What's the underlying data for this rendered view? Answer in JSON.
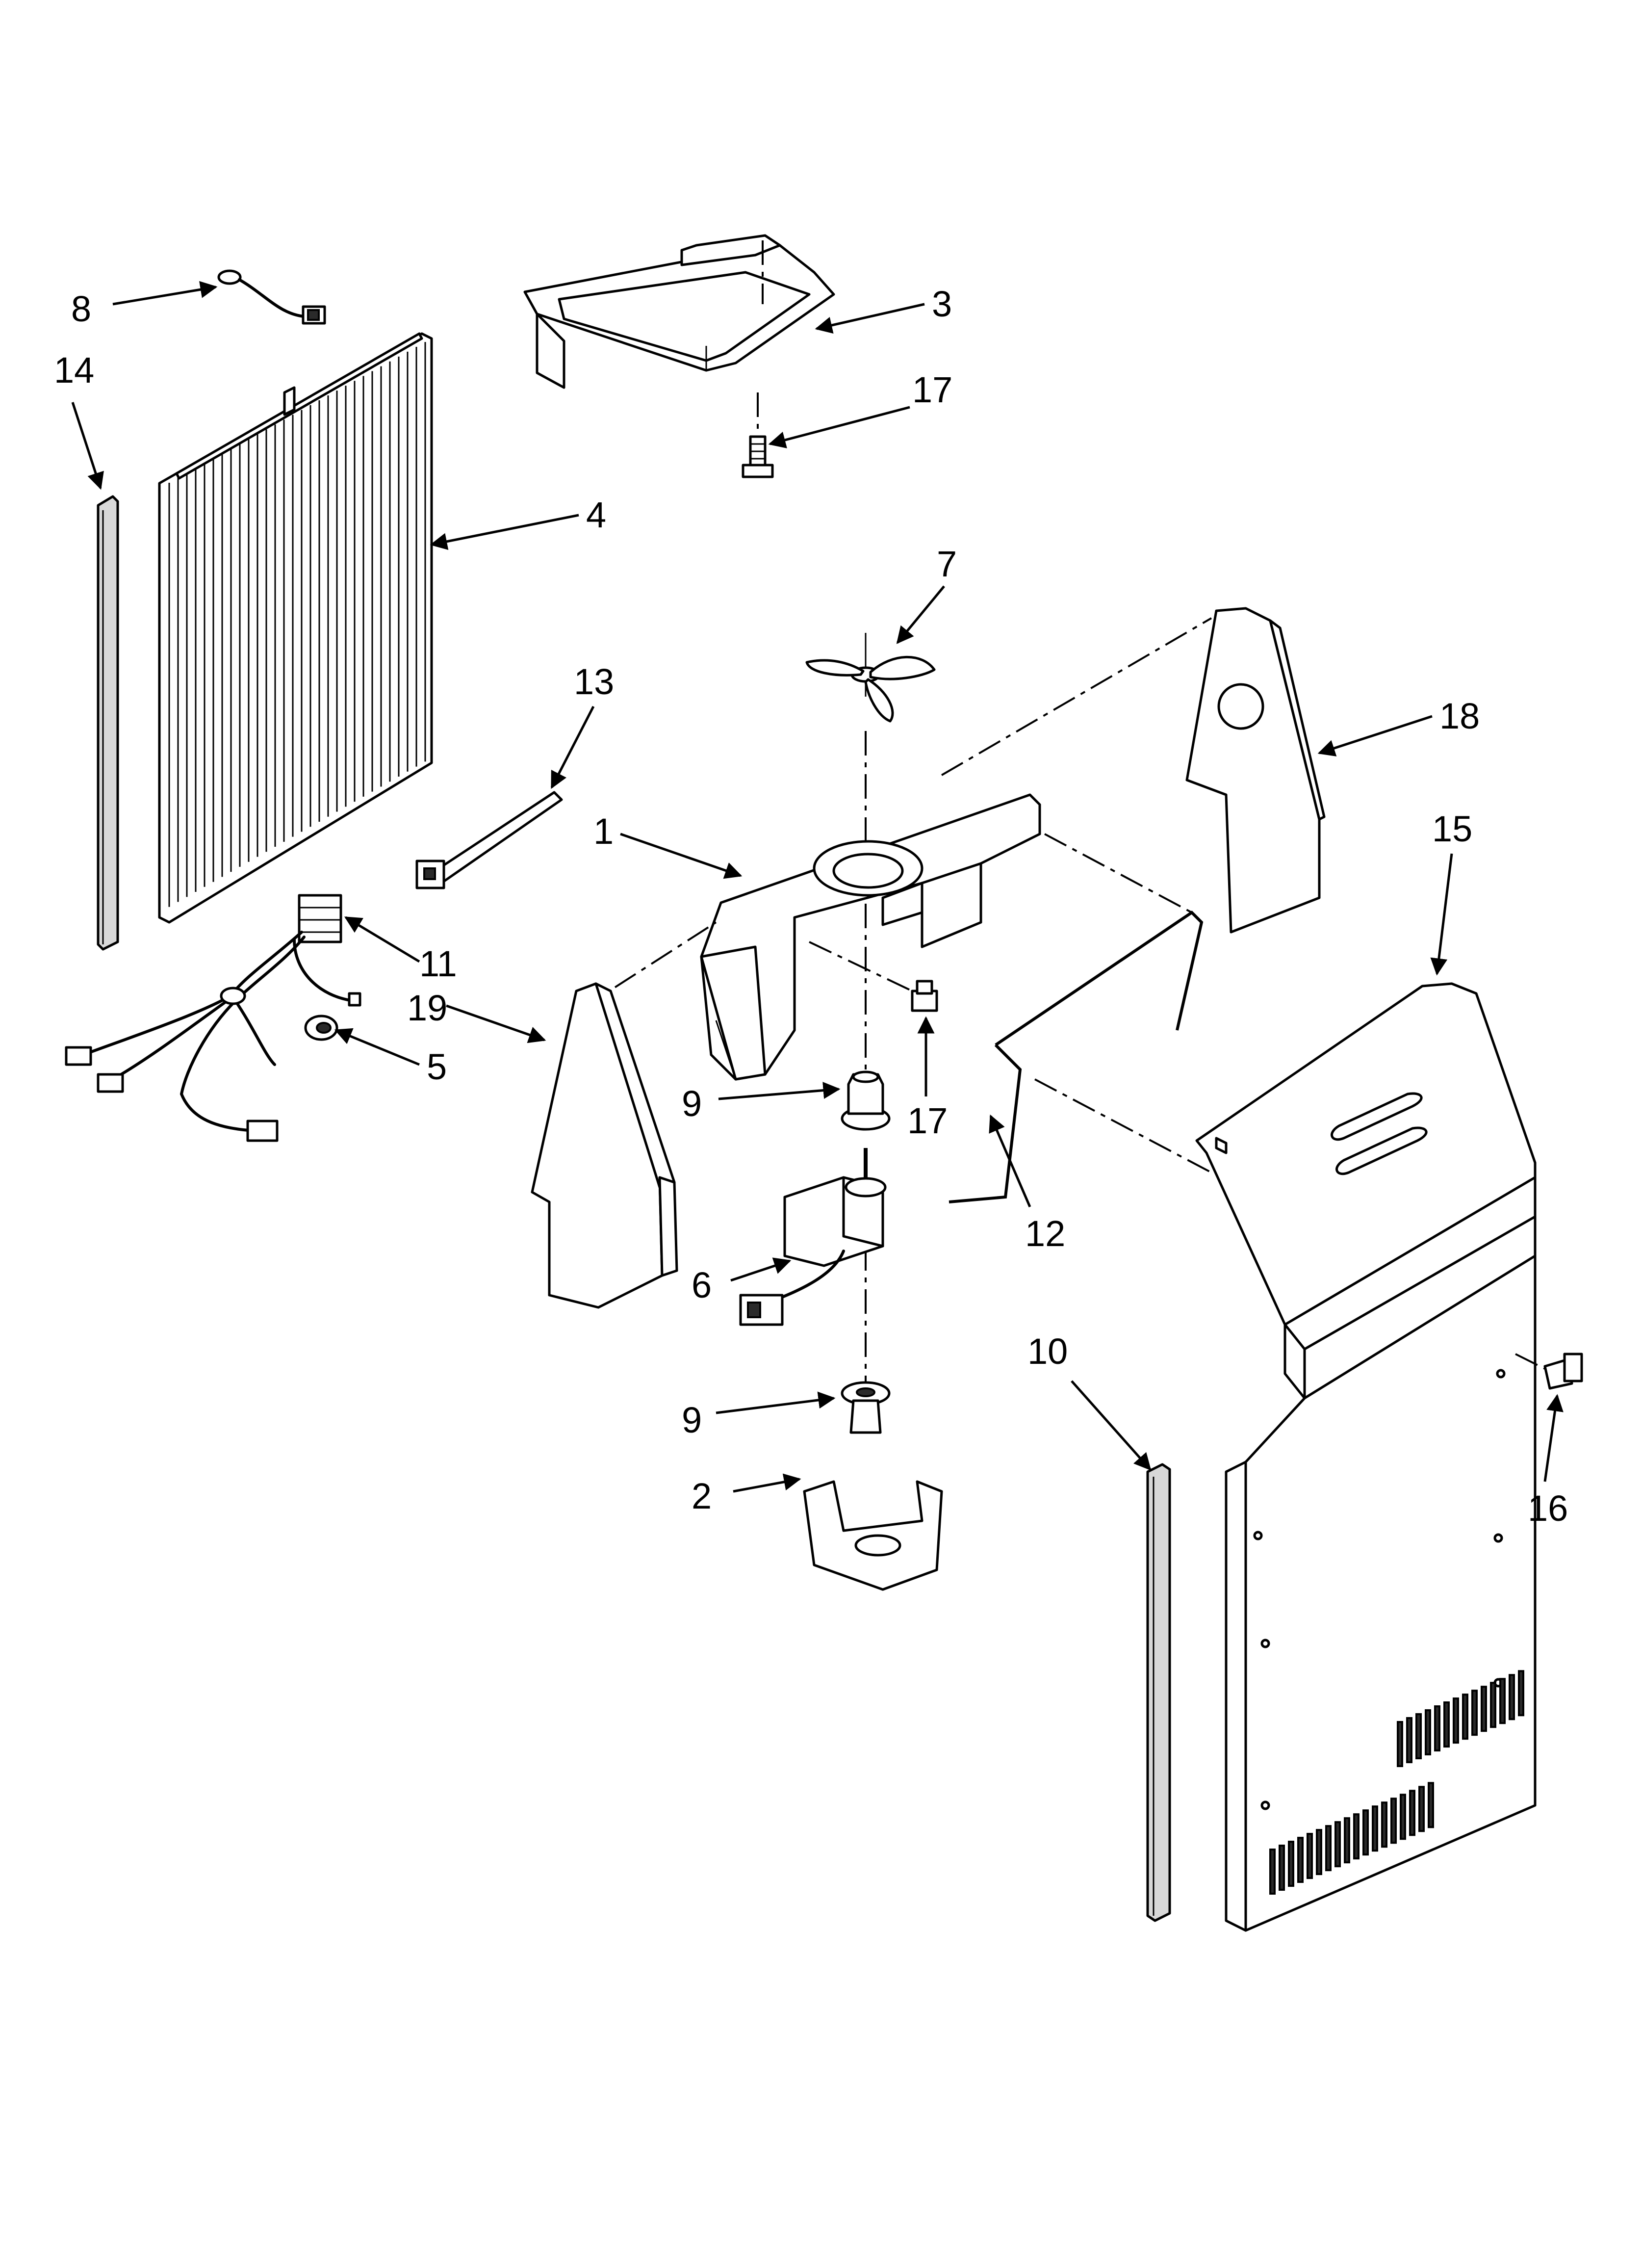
{
  "callouts": [
    {
      "label": "8"
    },
    {
      "label": "14"
    },
    {
      "label": "3"
    },
    {
      "label": "17"
    },
    {
      "label": "4"
    },
    {
      "label": "7"
    },
    {
      "label": "13"
    },
    {
      "label": "18"
    },
    {
      "label": "1"
    },
    {
      "label": "15"
    },
    {
      "label": "11"
    },
    {
      "label": "19"
    },
    {
      "label": "5"
    },
    {
      "label": "9"
    },
    {
      "label": "17"
    },
    {
      "label": "12"
    },
    {
      "label": "6"
    },
    {
      "label": "10"
    },
    {
      "label": "9"
    },
    {
      "label": "16"
    },
    {
      "label": "2"
    }
  ]
}
